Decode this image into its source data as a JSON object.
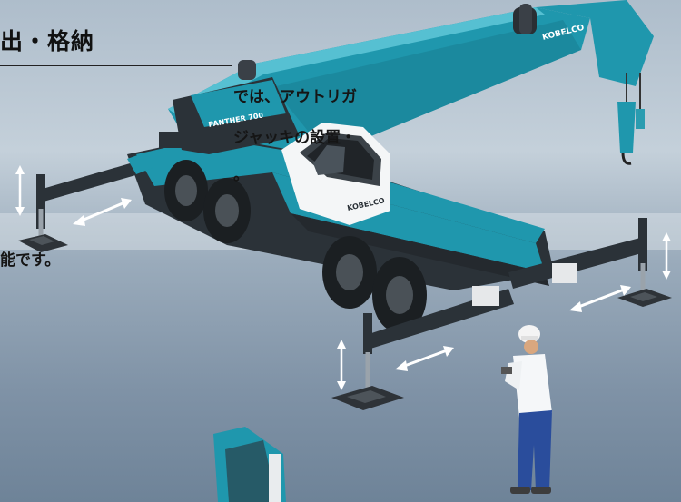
{
  "heading": {
    "title": "出・格納"
  },
  "body_text": {
    "line1": "では、アウトリガ",
    "line2": "ジャッキの設置・",
    "line3": "。",
    "line4": "能です。"
  },
  "crane": {
    "brand": "KOBELCO",
    "model_badge": "PANTHER 700"
  },
  "colors": {
    "crane_teal": "#1f97ad",
    "crane_dark": "#2b3238",
    "pad": "#2e3338",
    "arrow": "#ffffff",
    "helmet": "#f4f4f4",
    "pants": "#2a4d9c"
  }
}
